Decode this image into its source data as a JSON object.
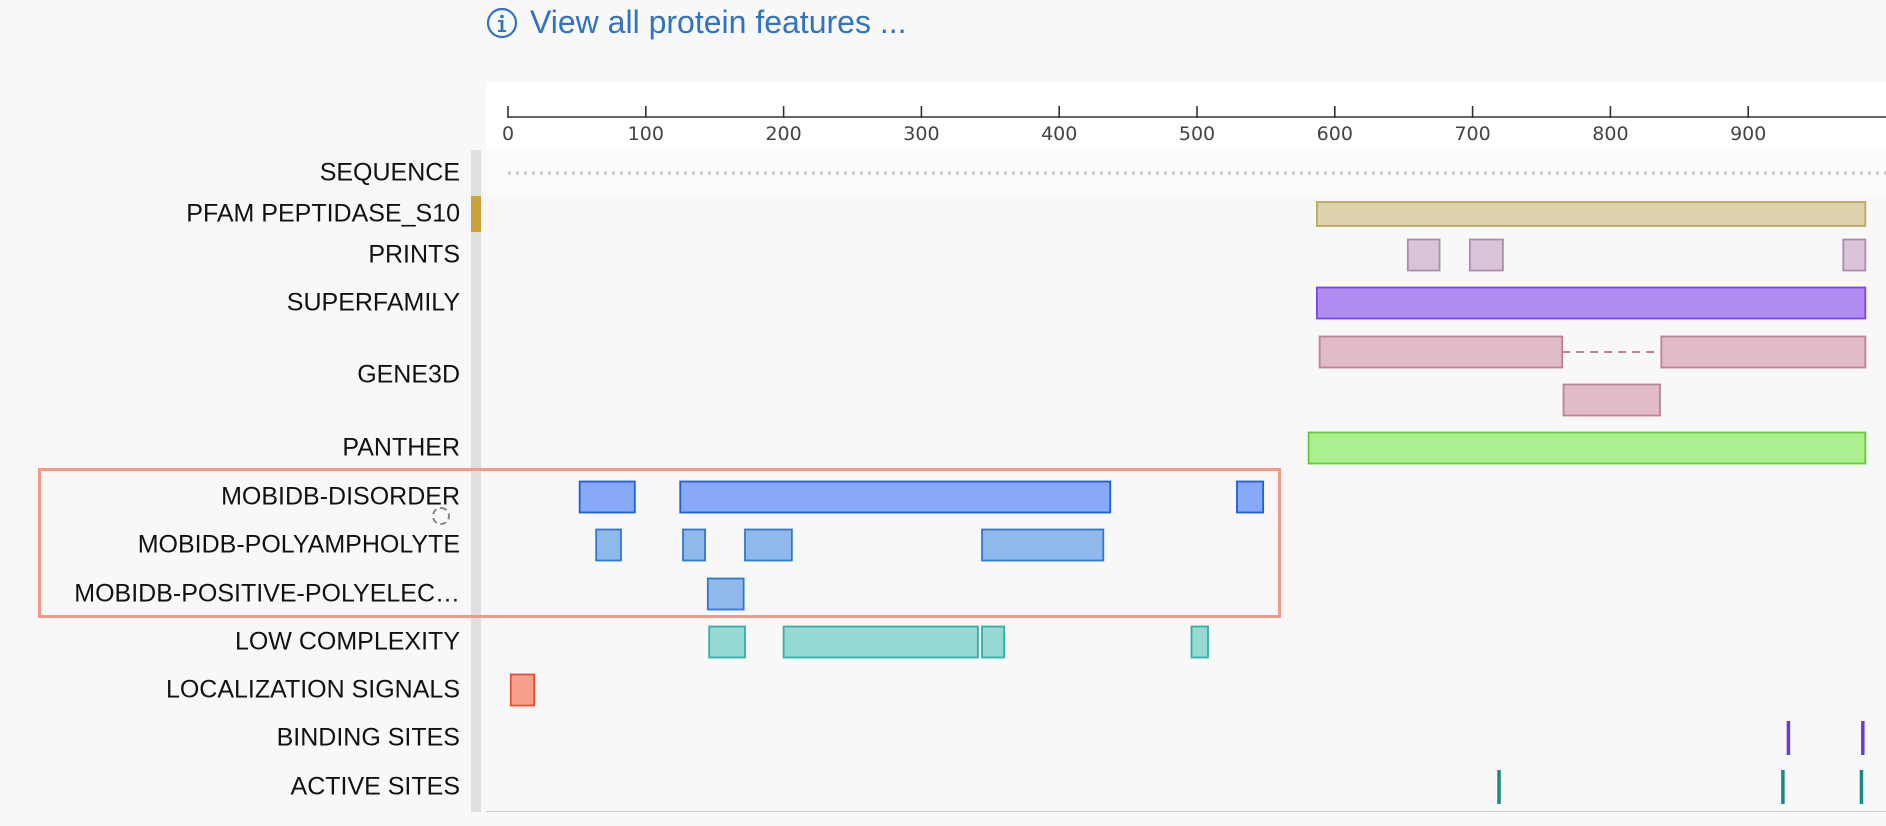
{
  "header": {
    "info_icon": "info-icon",
    "link_text": "View all protein features ..."
  },
  "ruler": {
    "ticks": [
      0,
      100,
      200,
      300,
      400,
      500,
      600,
      700,
      800,
      900
    ],
    "visible_range": [
      0,
      985
    ]
  },
  "tracks": [
    {
      "id": "sequence",
      "label": "SEQUENCE"
    },
    {
      "id": "pfam",
      "label": "PFAM PEPTIDASE_S10"
    },
    {
      "id": "prints",
      "label": "PRINTS"
    },
    {
      "id": "superfamily",
      "label": "SUPERFAMILY"
    },
    {
      "id": "gene3d",
      "label": "GENE3D"
    },
    {
      "id": "panther",
      "label": "PANTHER"
    },
    {
      "id": "mobidb-disorder",
      "label": "MOBIDB-DISORDER"
    },
    {
      "id": "mobidb-polyampholyte",
      "label": "MOBIDB-POLYAMPHOLYTE"
    },
    {
      "id": "mobidb-positive",
      "label": "MOBIDB-POSITIVE-POLYELEC…"
    },
    {
      "id": "low-complexity",
      "label": "LOW COMPLEXITY"
    },
    {
      "id": "localization",
      "label": "LOCALIZATION SIGNALS"
    },
    {
      "id": "binding",
      "label": "BINDING SITES"
    },
    {
      "id": "active",
      "label": "ACTIVE SITES"
    }
  ],
  "features": {
    "pfam": {
      "fill": "#ddd2ad",
      "stroke": "#b9a862",
      "segments": [
        [
          587,
          985
        ]
      ]
    },
    "prints": {
      "fill": "#d8c4d6",
      "stroke": "#b08bb0",
      "segments": [
        [
          653,
          676
        ],
        [
          698,
          722
        ],
        [
          969,
          985
        ]
      ]
    },
    "superfamily": {
      "fill": "#b08cf4",
      "stroke": "#7a45e6",
      "segments": [
        [
          587,
          985
        ]
      ]
    },
    "gene3d": {
      "fill": "#e0bcc6",
      "stroke": "#c07f94",
      "connector_color": "#c07f94",
      "row1": [
        [
          589,
          765
        ],
        [
          837,
          985
        ]
      ],
      "row2": [
        [
          766,
          836
        ]
      ]
    },
    "panther": {
      "fill": "#abef8f",
      "stroke": "#5fce2e",
      "segments": [
        [
          581,
          985
        ]
      ]
    },
    "mobidb-disorder": {
      "fill": "#88a8f8",
      "stroke": "#1f5fd8",
      "segments": [
        [
          52,
          92
        ],
        [
          125,
          437
        ],
        [
          529,
          548
        ]
      ]
    },
    "mobidb-polyampholyte": {
      "fill": "#8fb9ea",
      "stroke": "#2f78d2",
      "segments": [
        [
          64,
          82
        ],
        [
          127,
          143
        ],
        [
          172,
          206
        ],
        [
          344,
          432
        ]
      ]
    },
    "mobidb-positive": {
      "fill": "#8fb9ea",
      "stroke": "#2f78d2",
      "segments": [
        [
          145,
          171
        ]
      ]
    },
    "low-complexity": {
      "fill": "#96d8d2",
      "stroke": "#2fb0a8",
      "segments": [
        [
          146,
          172
        ],
        [
          200,
          341
        ],
        [
          344,
          360
        ],
        [
          496,
          508
        ]
      ]
    },
    "localization": {
      "fill": "#f9a08c",
      "stroke": "#ec4a33",
      "segments": [
        [
          2,
          19
        ]
      ]
    },
    "binding": {
      "color": "#6a3ad8",
      "positions": [
        929,
        983
      ]
    },
    "active": {
      "color": "#1a8a80",
      "positions": [
        719,
        925,
        982
      ]
    }
  }
}
